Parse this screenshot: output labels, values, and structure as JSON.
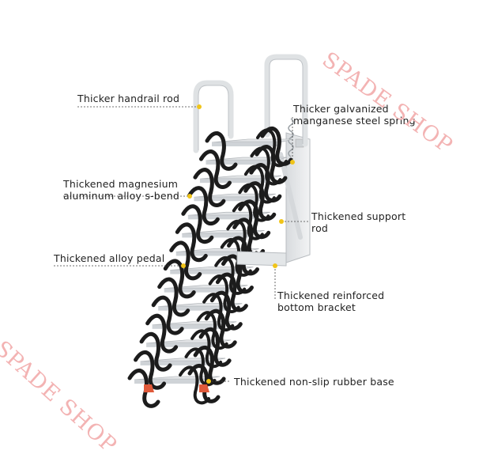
{
  "watermarks": {
    "top_right": "SPADE SHOP",
    "bottom_left": "SPADE SHOP"
  },
  "labels": {
    "handrail": "Thicker handrail rod",
    "spring_line1": "Thicker galvanized",
    "spring_line2": "manganese steel spring",
    "sbend_line1": "Thickened magnesium",
    "sbend_line2": "aluminum alloy s-bend",
    "support_line1": "Thickened support",
    "support_line2": "rod",
    "pedal": "Thickened alloy pedal",
    "bracket_line1": "Thickened reinforced",
    "bracket_line2": "bottom bracket",
    "base": "Thickened non-slip rubber base"
  },
  "colors": {
    "accent_dot": "#f0c419",
    "rubber_base": "#e05a3a",
    "metal": "#e6e8ea",
    "s_bend": "#1c1c1c",
    "watermark": "#f3b3b3"
  },
  "icons": {
    "callout_marker": "yellow-dot-icon"
  }
}
